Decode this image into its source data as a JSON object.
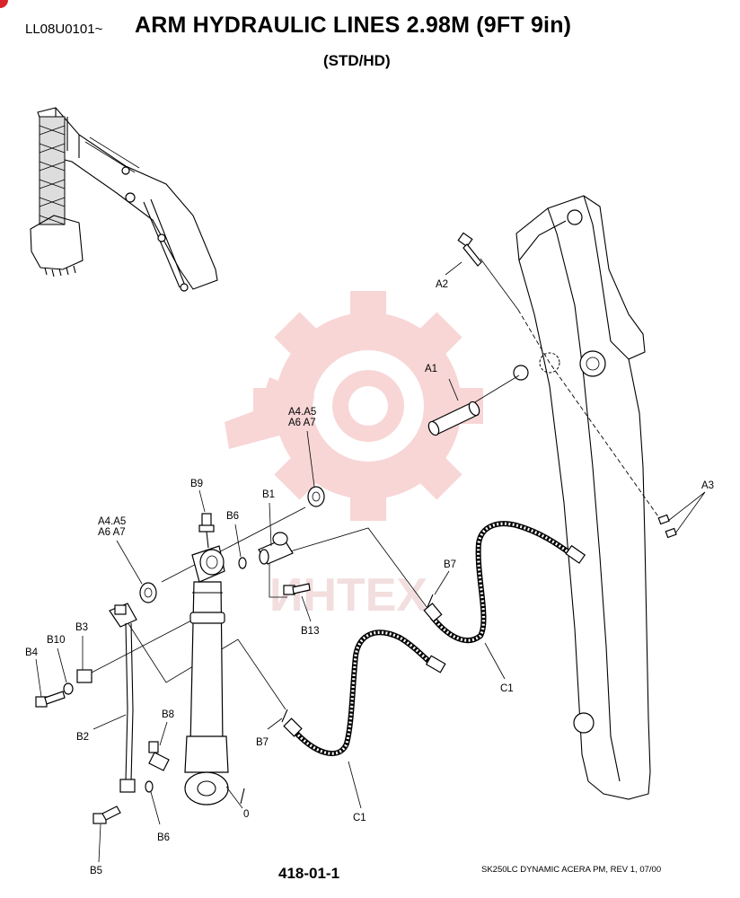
{
  "header": {
    "code": "LL08U0101~",
    "title": "ARM HYDRAULIC LINES 2.98M (9FT 9in)",
    "subtitle": "(STD/HD)"
  },
  "watermark": {
    "text": "ИНТЕХ",
    "color": "#f2c4c4"
  },
  "labels": {
    "a1": "A1",
    "a2": "A2",
    "a3": "A3",
    "a4_upper_1": "A4.A5",
    "a4_upper_2": "A6 A7",
    "a4_lower_1": "A4.A5",
    "a4_lower_2": "A6 A7",
    "b1": "B1",
    "b2": "B2",
    "b3": "B3",
    "b4": "B4",
    "b5": "B5",
    "b6_upper": "B6",
    "b6_lower": "B6",
    "b7_upper": "B7",
    "b7_lower": "B7",
    "b8": "B8",
    "b9": "B9",
    "b10": "B10",
    "b13": "B13",
    "c1_upper": "C1",
    "c1_lower": "C1",
    "zero": "0"
  },
  "footer": {
    "page_number": "418-01-1",
    "note": "SK250LC DYNAMIC ACERA PM, REV 1, 07/00"
  }
}
